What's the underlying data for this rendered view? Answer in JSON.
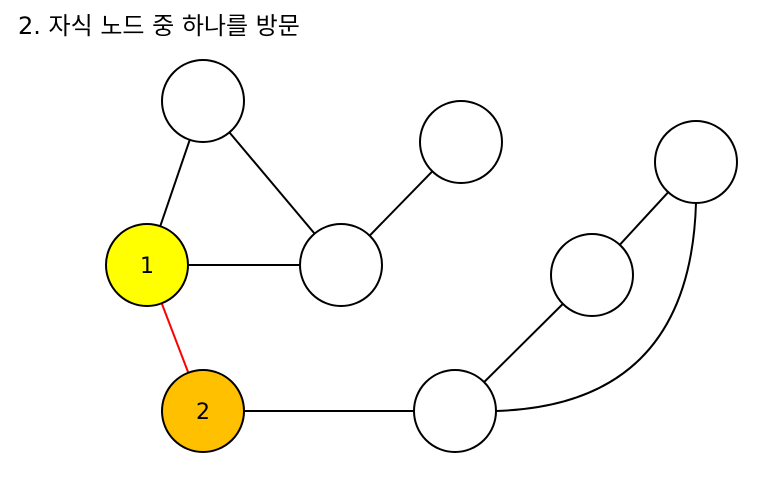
{
  "title": "2. 자식 노드 중 하나를 방문",
  "colors": {
    "visited_current": "#ffff00",
    "visiting": "#ffc000",
    "unvisited": "#ffffff",
    "edge_default": "#000000",
    "edge_active": "#ff0000"
  },
  "nodes": [
    {
      "id": "n1",
      "label": "1",
      "state": "visited_current"
    },
    {
      "id": "n2",
      "label": "2",
      "state": "visiting"
    },
    {
      "id": "top",
      "label": "",
      "state": "unvisited"
    },
    {
      "id": "mid",
      "label": "",
      "state": "unvisited"
    },
    {
      "id": "topright",
      "label": "",
      "state": "unvisited"
    },
    {
      "id": "farright",
      "label": "",
      "state": "unvisited"
    },
    {
      "id": "rightmid",
      "label": "",
      "state": "unvisited"
    },
    {
      "id": "bottomright",
      "label": "",
      "state": "unvisited"
    }
  ],
  "edges": [
    {
      "from": "n1",
      "to": "top",
      "state": "default"
    },
    {
      "from": "top",
      "to": "mid",
      "state": "default"
    },
    {
      "from": "n1",
      "to": "mid",
      "state": "default"
    },
    {
      "from": "mid",
      "to": "topright",
      "state": "default"
    },
    {
      "from": "n1",
      "to": "n2",
      "state": "active"
    },
    {
      "from": "n2",
      "to": "bottomright",
      "state": "default"
    },
    {
      "from": "bottomright",
      "to": "rightmid",
      "state": "default"
    },
    {
      "from": "rightmid",
      "to": "farright",
      "state": "default"
    },
    {
      "from": "bottomright",
      "to": "farright",
      "state": "default"
    }
  ]
}
